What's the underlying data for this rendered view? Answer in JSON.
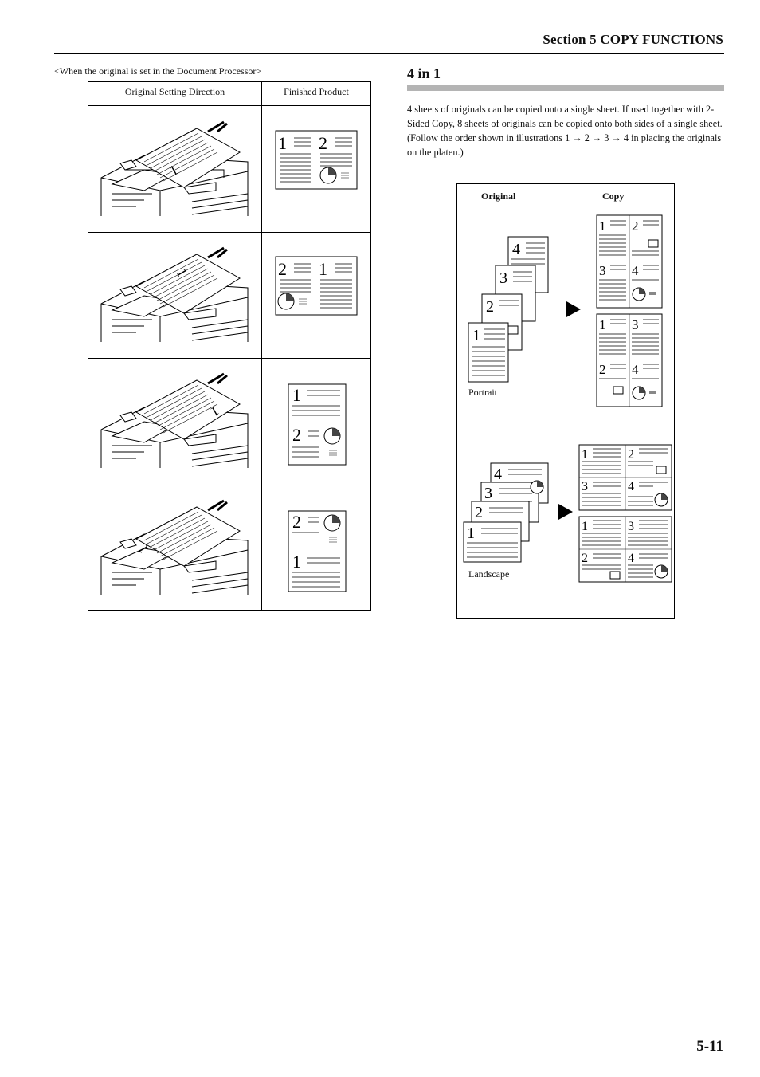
{
  "header": {
    "section_title": "Section 5  COPY FUNCTIONS"
  },
  "left": {
    "caption": "<When the original is set in the Document Processor>",
    "columns": [
      "Original Setting Direction",
      "Finished Product"
    ]
  },
  "right": {
    "title": "4 in 1",
    "paragraph1": "4 sheets of originals can be copied onto a single sheet. If used together with 2-Sided Copy, 8 sheets of originals can be copied onto both sides of a single sheet.",
    "paragraph2": "(Follow the order shown in illustrations 1 → 2 → 3 → 4 in placing the originals on the platen.)",
    "diagram": {
      "original_label": "Original",
      "copy_label": "Copy",
      "portrait_label": "Portrait",
      "landscape_label": "Landscape"
    }
  },
  "footer": {
    "page_number": "5-11"
  }
}
